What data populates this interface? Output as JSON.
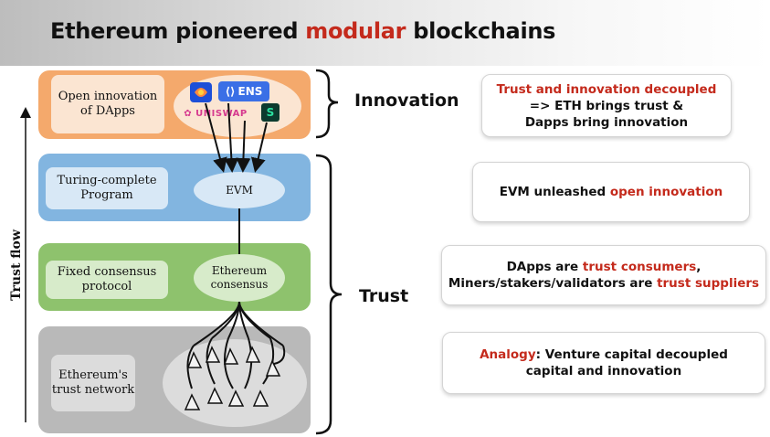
{
  "title": {
    "part1": "Ethereum pioneered ",
    "highlight": "modular",
    "part2": " blockchains"
  },
  "layers": {
    "innovation": {
      "label": "Open innovation of DApps"
    },
    "evm": {
      "label": "Turing-complete Program",
      "node": "EVM"
    },
    "consensus": {
      "label": "Fixed consensus protocol",
      "node": "Ethereum consensus"
    },
    "network": {
      "label": "Ethereum's trust network"
    }
  },
  "app_logos": [
    {
      "name": "ens-logo",
      "text": "ENS"
    },
    {
      "name": "uniswap-logo",
      "text": "UNISWAP"
    }
  ],
  "side_labels": {
    "innovation": "Innovation",
    "trust": "Trust",
    "trust_flow": "Trust flow"
  },
  "cards": [
    {
      "red": "Trust and innovation decoupled",
      "line2": "=> ETH brings trust &",
      "line3": "Dapps bring innovation"
    },
    {
      "plain": "EVM unleashed ",
      "red": "open innovation"
    },
    {
      "l1_plain": "DApps are ",
      "l1_red": "trust consumers",
      "l1_tail": ",",
      "l2_plain": "Miners/stakers/validators are ",
      "l2_red": "trust suppliers"
    },
    {
      "red": "Analogy",
      "l1_tail": ": Venture capital decoupled",
      "line2": "capital and innovation"
    }
  ],
  "colors": {
    "accent_red": "#c42a1c",
    "innovation_layer": "#f4a96c",
    "evm_layer": "#82b5e0",
    "consensus_layer": "#8ec26d",
    "network_layer": "#b9b9b9"
  }
}
